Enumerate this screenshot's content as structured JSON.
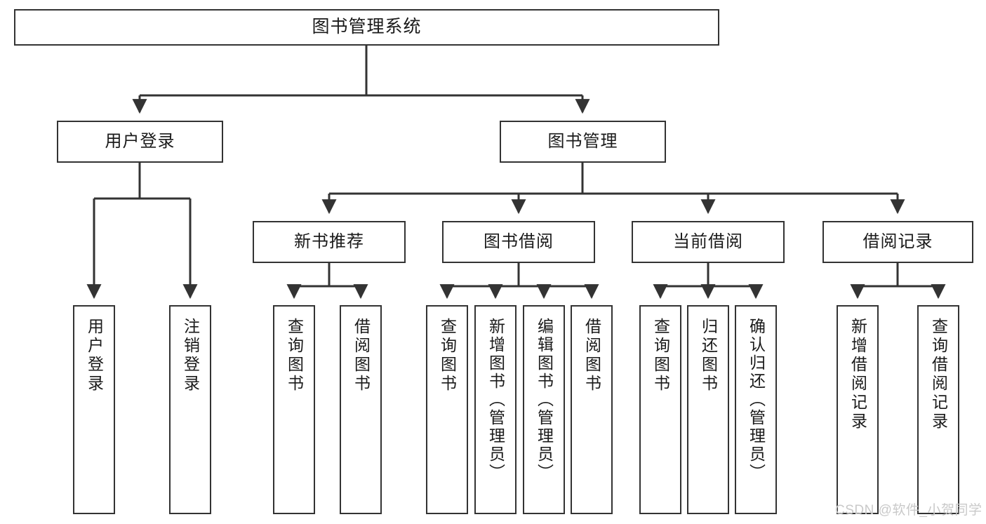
{
  "diagram": {
    "type": "tree-hierarchy-diagram",
    "title": "图书管理系统",
    "colors": {
      "box_border": "#333333",
      "box_fill": "#ffffff",
      "connector": "#333333",
      "text": "#1a1a1a",
      "watermark": "#c9c9c9",
      "background": "#ffffff"
    },
    "root": {
      "label": "图书管理系统"
    },
    "level2": [
      {
        "id": "user-login",
        "label": "用户登录"
      },
      {
        "id": "book-management",
        "label": "图书管理"
      }
    ],
    "level3": [
      {
        "id": "new-book-recommend",
        "label": "新书推荐"
      },
      {
        "id": "book-borrow",
        "label": "图书借阅"
      },
      {
        "id": "current-borrow",
        "label": "当前借阅"
      },
      {
        "id": "borrow-record",
        "label": "借阅记录"
      }
    ],
    "leaves": {
      "user-login": [
        {
          "id": "leaf-user-login",
          "label": "用户登录"
        },
        {
          "id": "leaf-logout",
          "label": "注销登录"
        }
      ],
      "new-book-recommend": [
        {
          "id": "leaf-query-book-1",
          "label": "查询图书"
        },
        {
          "id": "leaf-borrow-book-1",
          "label": "借阅图书"
        }
      ],
      "book-borrow": [
        {
          "id": "leaf-query-book-2",
          "label": "查询图书"
        },
        {
          "id": "leaf-add-book",
          "label": "新增图书（管理员）"
        },
        {
          "id": "leaf-edit-book",
          "label": "编辑图书（管理员）"
        },
        {
          "id": "leaf-borrow-book-2",
          "label": "借阅图书"
        }
      ],
      "current-borrow": [
        {
          "id": "leaf-query-book-3",
          "label": "查询图书"
        },
        {
          "id": "leaf-return-book",
          "label": "归还图书"
        },
        {
          "id": "leaf-confirm-return",
          "label": "确认归还（管理员）"
        }
      ],
      "borrow-record": [
        {
          "id": "leaf-add-record",
          "label": "新增借阅记录"
        },
        {
          "id": "leaf-query-record",
          "label": "查询借阅记录"
        }
      ]
    }
  },
  "watermark": {
    "text": "CSDN @软件_小贺同学"
  }
}
